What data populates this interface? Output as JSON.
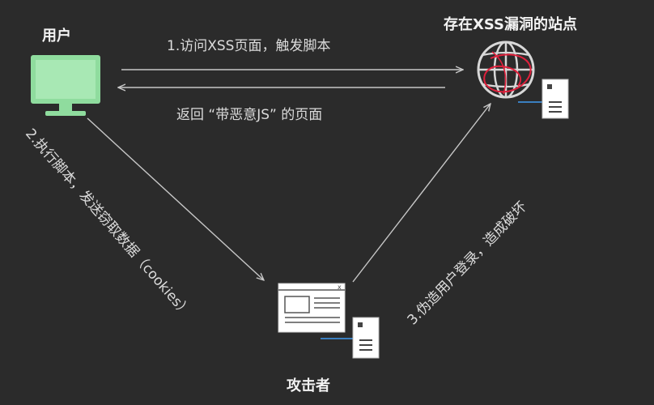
{
  "nodes": {
    "user": "用户",
    "site": "存在XSS漏洞的站点",
    "attacker": "攻击者"
  },
  "edges": {
    "visit": "1.访问XSS页面，触发脚本",
    "return": "返回 “带恶意JS” 的页面",
    "execute": "2.执行脚本，发送窃取数据（cookies）",
    "forge": "3.伪造用户登录，造成破坏"
  },
  "colors": {
    "background": "#2b2b2b",
    "monitor": "#90e0a0",
    "arrow": "#c8c8c8",
    "annotation": "#e0203c",
    "accent_line": "#3a7fc0"
  }
}
